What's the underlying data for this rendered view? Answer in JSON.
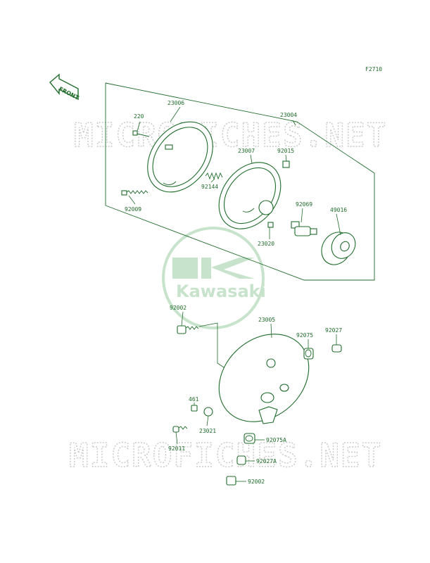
{
  "figure_code": "F2710",
  "front_label": "FRONT",
  "watermark_text": "MICROFICHES.NET",
  "logo_text": "Kawasaki",
  "colors": {
    "ink": "#1f6b2a",
    "watermark": "#c9c9c9",
    "logo": "#c8e3cc"
  },
  "parts": {
    "p220": "220",
    "p23006": "23006",
    "p23004": "23004",
    "p23007": "23007",
    "p92015": "92015",
    "p92144": "92144",
    "p92009": "92009",
    "p92069": "92069",
    "p49016": "49016",
    "p23020": "23020",
    "p92002a": "92002",
    "p23005": "23005",
    "p92075": "92075",
    "p92027": "92027",
    "p461": "461",
    "p23021": "23021",
    "p92011": "92011",
    "p92075A": "92075A",
    "p92027A": "92027A",
    "p92002b": "92002"
  }
}
